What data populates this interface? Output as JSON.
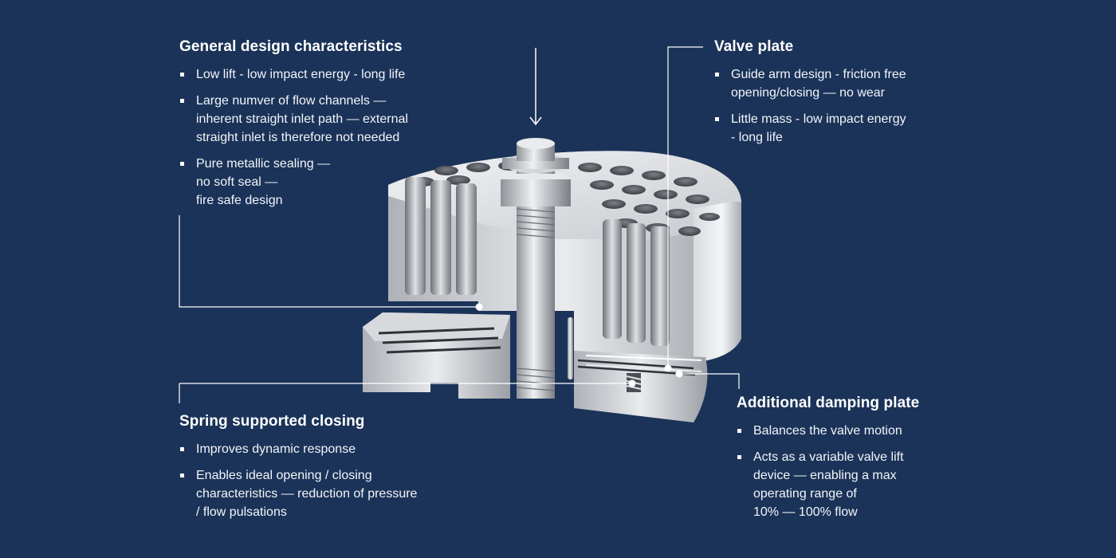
{
  "sections": {
    "general": {
      "title": "General design characteristics",
      "items": [
        "Low lift - low impact energy - long life",
        "Large numver of flow channels —\ninherent straight inlet path — external\nstraight inlet is therefore not needed",
        "Pure metallic sealing —\nno soft seal —\nfire safe design"
      ]
    },
    "valve": {
      "title": "Valve plate",
      "items": [
        "Guide arm design - friction free\nopening/closing — no wear",
        "Little mass - low impact energy\n- long life"
      ]
    },
    "spring": {
      "title": "Spring supported closing",
      "items": [
        "Improves dynamic response",
        "Enables ideal opening / closing\ncharacteristics — reduction of pressure\n/ flow pulsations"
      ]
    },
    "damping": {
      "title": "Additional damping plate",
      "items": [
        "Balances the valve motion",
        "Acts as a variable valve lift\ndevice — enabling a max\noperating range of\n10% — 100% flow"
      ]
    }
  },
  "colors": {
    "background": "#1b3358",
    "text": "#ffffff",
    "metal_light": "#e4e6ea",
    "metal_mid": "#b9bcc2",
    "metal_dark": "#5d6068"
  },
  "icons": [
    "flow-direction-arrow-icon",
    "callout-dot-icon"
  ]
}
